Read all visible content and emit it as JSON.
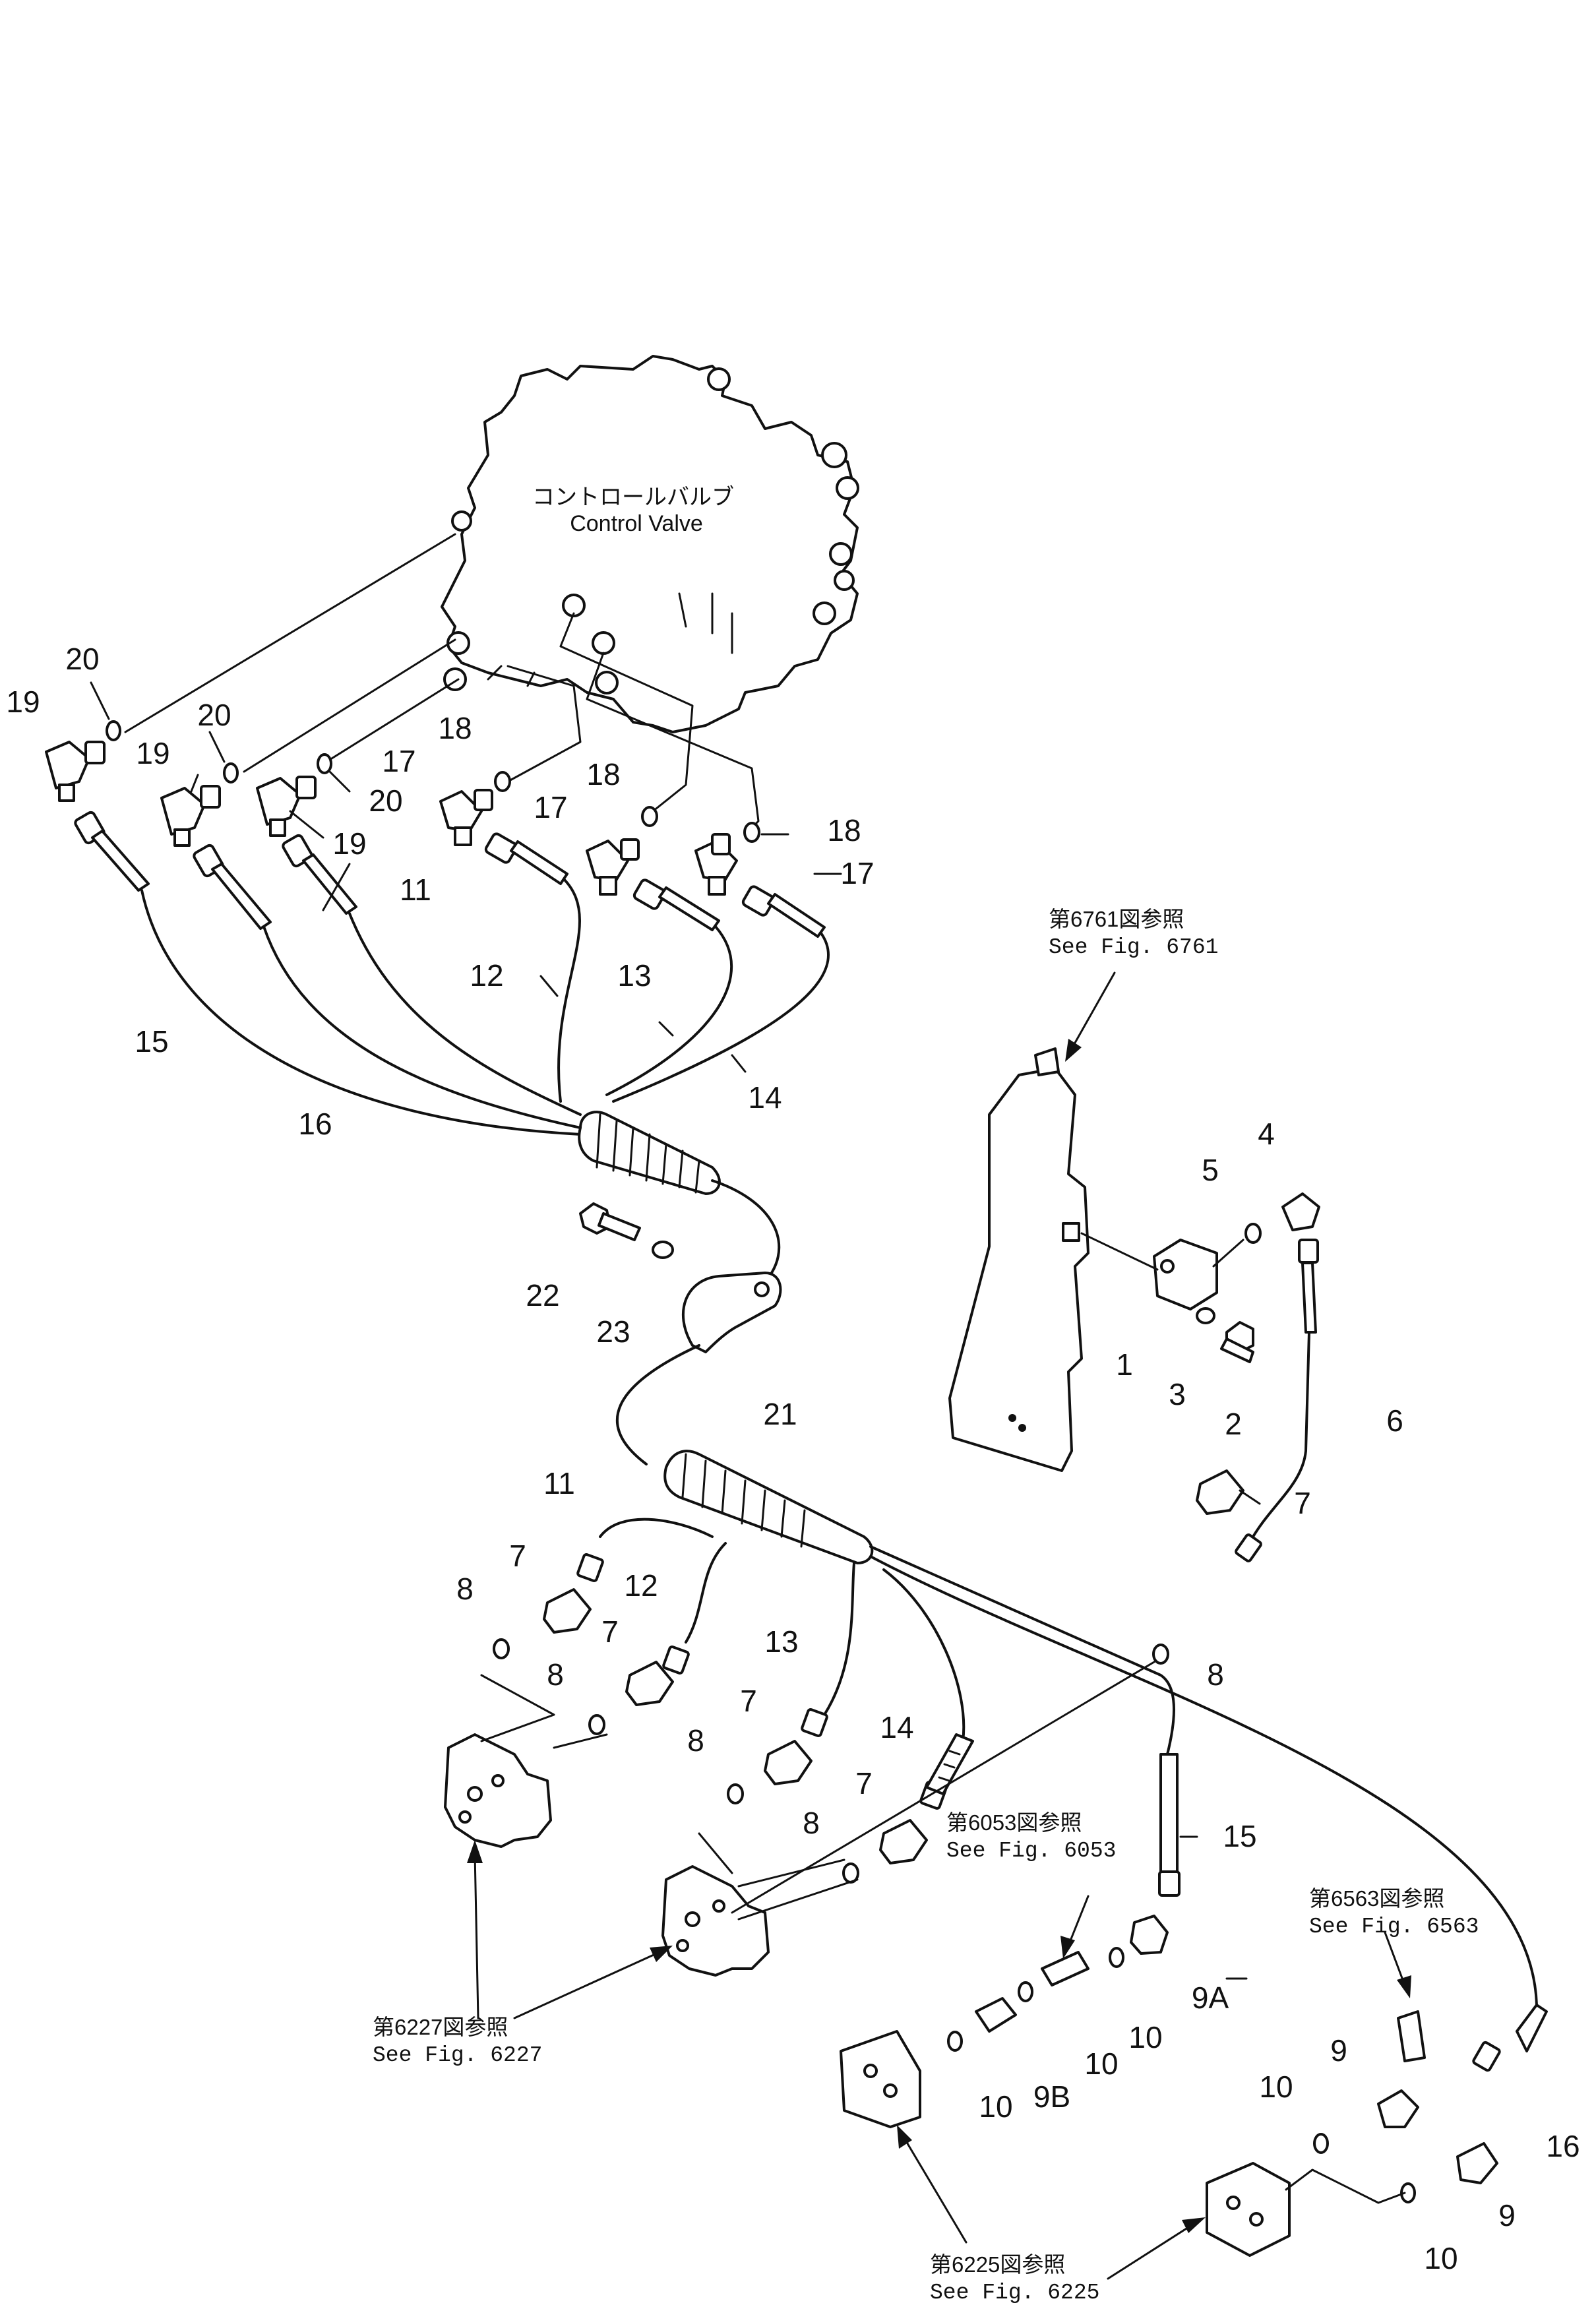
{
  "control_valve": {
    "label_jp": "コントロールバルブ",
    "label_en": "Control Valve"
  },
  "references": {
    "fig6761": {
      "jp": "第6761図参照",
      "en": "See Fig. 6761"
    },
    "fig6053": {
      "jp": "第6053図参照",
      "en": "See Fig. 6053"
    },
    "fig6563": {
      "jp": "第6563図参照",
      "en": "See Fig. 6563"
    },
    "fig6227": {
      "jp": "第6227図参照",
      "en": "See Fig. 6227"
    },
    "fig6225": {
      "jp": "第6225図参照",
      "en": "See Fig. 6225"
    }
  },
  "callouts": {
    "c20a": "20",
    "c19a": "19",
    "c20b": "20",
    "c19b": "19",
    "c20c": "20",
    "c19c": "19",
    "c17a": "17",
    "c18a": "18",
    "c18b": "18",
    "c17b": "17",
    "c18c": "18",
    "c17c": "17",
    "c11a": "11",
    "c12a": "12",
    "c13a": "13",
    "c14a": "14",
    "c15a": "15",
    "c16a": "16",
    "c22": "22",
    "c23": "23",
    "c21": "21",
    "c4": "4",
    "c5": "5",
    "c1": "1",
    "c3": "3",
    "c2": "2",
    "c6": "6",
    "c11b": "11",
    "c7a": "7",
    "c8a": "8",
    "c12b": "12",
    "c7b": "7",
    "c8b": "8",
    "c13b": "13",
    "c7c": "7",
    "c8c": "8",
    "c14b": "14",
    "c7d": "7",
    "c8d": "8",
    "c7e": "7",
    "c8e": "8",
    "c15b": "15",
    "c9A": "9A",
    "c10a": "10",
    "c10b": "10",
    "c9B": "9B",
    "c10c": "10",
    "c9a": "9",
    "c10d": "10",
    "c16b": "16",
    "c9b": "9",
    "c10e": "10"
  }
}
